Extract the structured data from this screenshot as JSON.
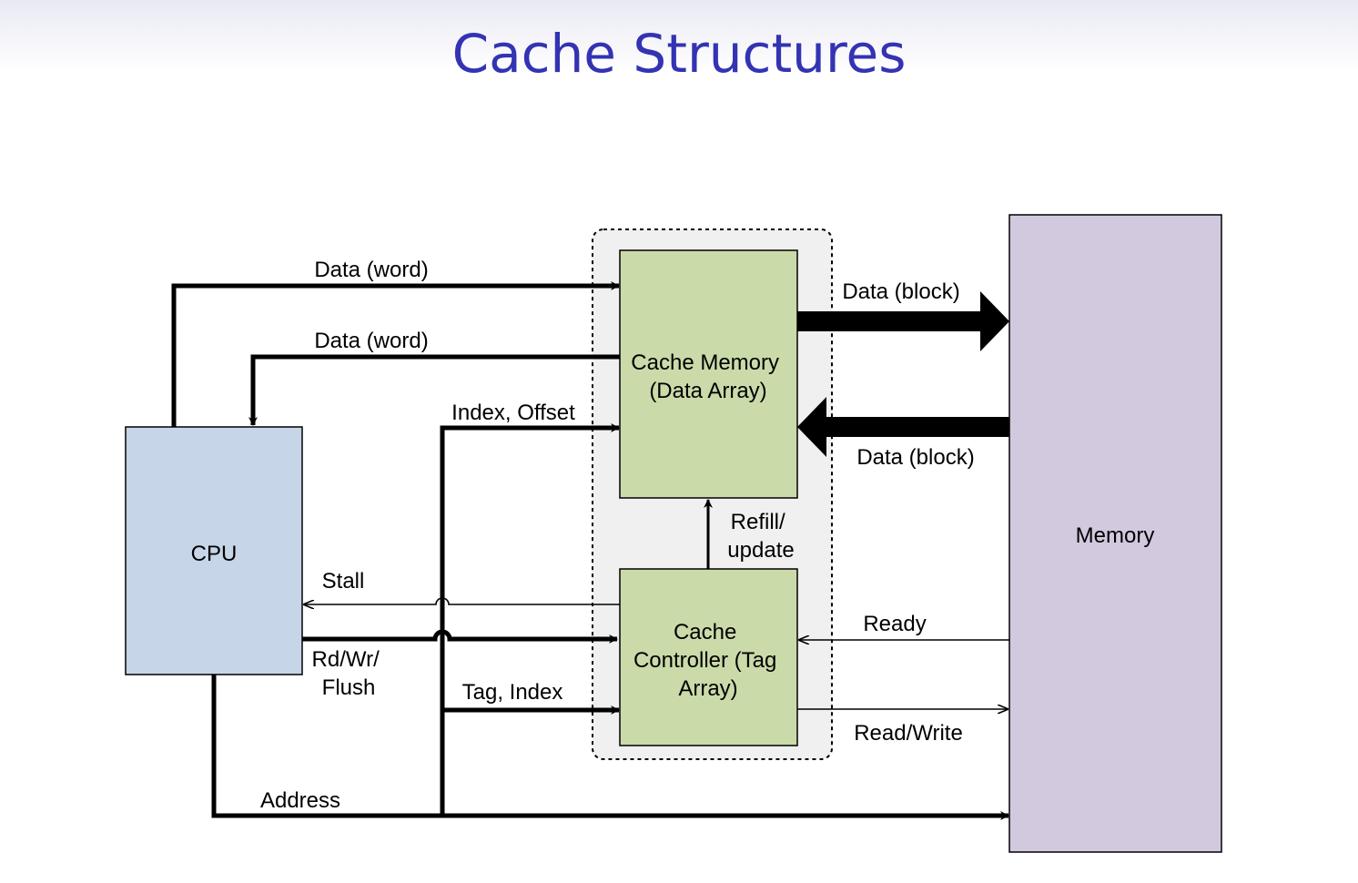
{
  "slide": {
    "title": "Cache Structures"
  },
  "diagram": {
    "blocks": {
      "cpu": "CPU",
      "memory": "Memory",
      "cache_memory": [
        "Cache Memory",
        "(Data Array)"
      ],
      "cache_controller": [
        "Cache",
        "Controller (Tag",
        "Array)"
      ]
    },
    "labels": {
      "data_word_write": "Data (word)",
      "data_word_read": "Data (word)",
      "index_offset": "Index, Offset",
      "data_block_out": "Data (block)",
      "data_block_in": "Data (block)",
      "refill_update": [
        "Refill/",
        "update"
      ],
      "stall": "Stall",
      "rd_wr_flush": [
        "Rd/Wr/",
        "Flush"
      ],
      "tag_index": "Tag, Index",
      "ready": "Ready",
      "read_write": "Read/Write",
      "address": "Address"
    },
    "colors": {
      "cpu_fill": "#c6d5e7",
      "cache_fill": "#cadaa9",
      "memory_fill": "#d2c9df",
      "cache_group_fill": "#f0f0f0",
      "title": "#3333b3"
    }
  }
}
